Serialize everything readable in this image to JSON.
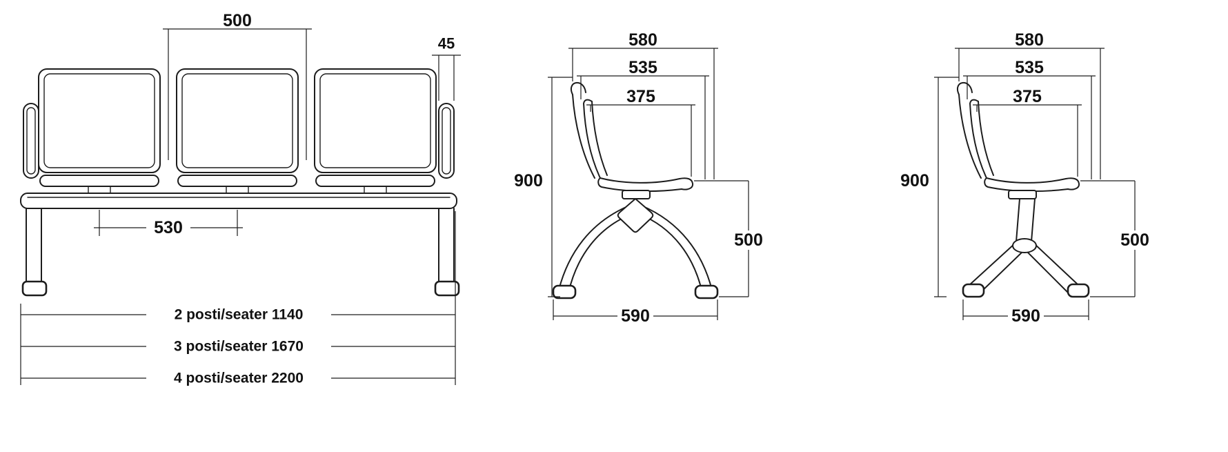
{
  "figure": {
    "type": "technical-dimension-drawing",
    "description": "Beam seating front view with two chair side views and millimetre dimensions"
  },
  "colors": {
    "line": "#1c1c1c",
    "text": "#111111",
    "background": "#ffffff"
  },
  "front_view": {
    "dim_seat_pitch": "500",
    "dim_armrest_width": "45",
    "dim_leg_spacing": "530",
    "seaters": [
      "2 posti/seater 1140",
      "3 posti/seater 1670",
      "4 posti/seater 2200"
    ]
  },
  "side_view_beam": {
    "dim_depth_overall": "580",
    "dim_depth_back": "535",
    "dim_seat_depth": "375",
    "dim_height": "900",
    "dim_seat_height": "500",
    "dim_base_depth": "590"
  },
  "side_view_swivel": {
    "dim_depth_overall": "580",
    "dim_depth_back": "535",
    "dim_seat_depth": "375",
    "dim_height": "900",
    "dim_seat_height": "500",
    "dim_base_depth": "590"
  }
}
